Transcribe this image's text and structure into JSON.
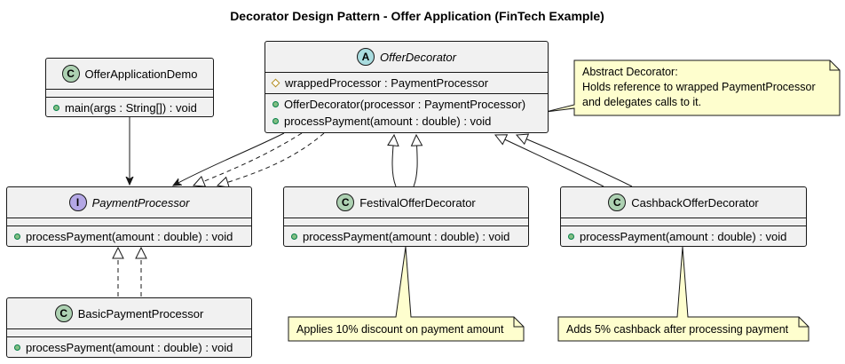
{
  "title": "Decorator Design Pattern - Offer Application (FinTech Example)",
  "classes": {
    "demo": {
      "name": "OfferApplicationDemo",
      "stereotype": "C",
      "fields": [],
      "methods": [
        "main(args : String[]) : void"
      ]
    },
    "decorator": {
      "name": "OfferDecorator",
      "stereotype": "A",
      "fields": [
        "wrappedProcessor : PaymentProcessor"
      ],
      "methods": [
        "OfferDecorator(processor : PaymentProcessor)",
        "processPayment(amount : double) : void"
      ]
    },
    "processor": {
      "name": "PaymentProcessor",
      "stereotype": "I",
      "fields": [],
      "methods": [
        "processPayment(amount : double) : void"
      ]
    },
    "festival": {
      "name": "FestivalOfferDecorator",
      "stereotype": "C",
      "fields": [],
      "methods": [
        "processPayment(amount : double) : void"
      ]
    },
    "cashback": {
      "name": "CashbackOfferDecorator",
      "stereotype": "C",
      "fields": [],
      "methods": [
        "processPayment(amount : double) : void"
      ]
    },
    "basic": {
      "name": "BasicPaymentProcessor",
      "stereotype": "C",
      "fields": [],
      "methods": [
        "processPayment(amount : double) : void"
      ]
    }
  },
  "notes": {
    "decorator_note": [
      "Abstract Decorator:",
      "Holds reference to wrapped PaymentProcessor",
      "and delegates calls to it."
    ],
    "festival_note": "Applies 10% discount on payment amount",
    "cashback_note": "Adds 5% cashback after processing payment"
  },
  "colors": {
    "class_fill": "#f1f1f1",
    "note_fill": "#fefece",
    "stereotype_class": "#add1b2",
    "stereotype_abstract": "#a9dcdf",
    "stereotype_interface": "#b4a7e5"
  }
}
